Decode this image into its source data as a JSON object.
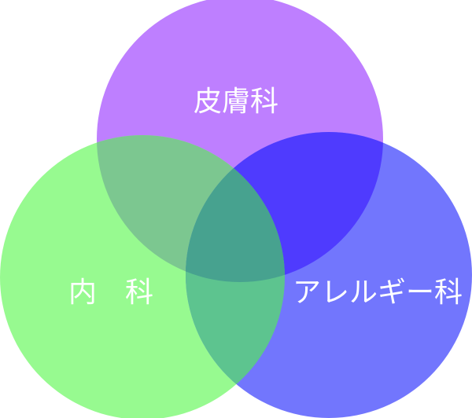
{
  "diagram": {
    "type": "venn",
    "sets": [
      {
        "id": "dermatology",
        "label": "皮膚科",
        "color": "#be7fff"
      },
      {
        "id": "internal-medicine",
        "label": "内　科",
        "color": "#97fa90"
      },
      {
        "id": "allergy",
        "label": "アレルギー科",
        "color": "#7276fd"
      }
    ],
    "overlap_colors": {
      "dermatology_internal": "#7cc790",
      "dermatology_allergy": "#4f3bfe",
      "internal_allergy": "#5dc48f",
      "all_three": "#47a28f"
    }
  }
}
